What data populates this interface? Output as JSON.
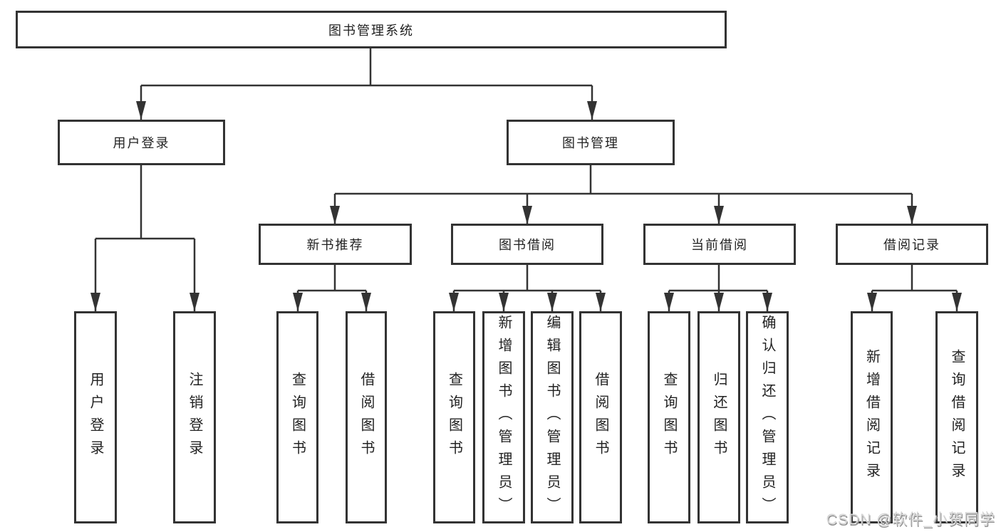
{
  "watermark": "CSDN @软件_小贺同学",
  "colors": {
    "line": "#333333",
    "box_border": "#333333",
    "box_fill": "#ffffff",
    "text": "#222222",
    "watermark_text": "#d6d6d6"
  },
  "tree": {
    "root": "图书管理系统",
    "children": [
      {
        "label": "用户登录",
        "children": [
          {
            "label": "用户登录"
          },
          {
            "label": "注销登录"
          }
        ]
      },
      {
        "label": "图书管理",
        "children": [
          {
            "label": "新书推荐",
            "children": [
              {
                "label": "查询图书"
              },
              {
                "label": "借阅图书"
              }
            ]
          },
          {
            "label": "图书借阅",
            "children": [
              {
                "label": "查询图书"
              },
              {
                "label": "新增图书（管理员）"
              },
              {
                "label": "编辑图书（管理员）"
              },
              {
                "label": "借阅图书"
              }
            ]
          },
          {
            "label": "当前借阅",
            "children": [
              {
                "label": "查询图书"
              },
              {
                "label": "归还图书"
              },
              {
                "label": "确认归还（管理员）"
              }
            ]
          },
          {
            "label": "借阅记录",
            "children": [
              {
                "label": "新增借阅记录"
              },
              {
                "label": "查询借阅记录"
              }
            ]
          }
        ]
      }
    ]
  }
}
